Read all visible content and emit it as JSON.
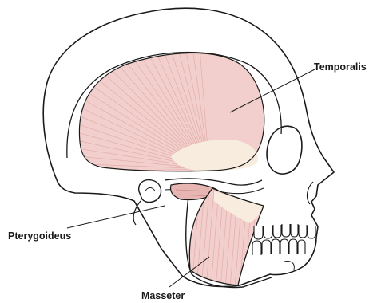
{
  "labels": {
    "temporalis": "Temporalis",
    "pterygoideus": "Pterygoideus",
    "masseter": "Masseter"
  },
  "colors": {
    "muscle_fill": "#f2cfcc",
    "muscle_fiber": "#d99c99",
    "tendon_fill": "#f8ecdf",
    "outline": "#1a1a1a",
    "background": "#ffffff"
  }
}
